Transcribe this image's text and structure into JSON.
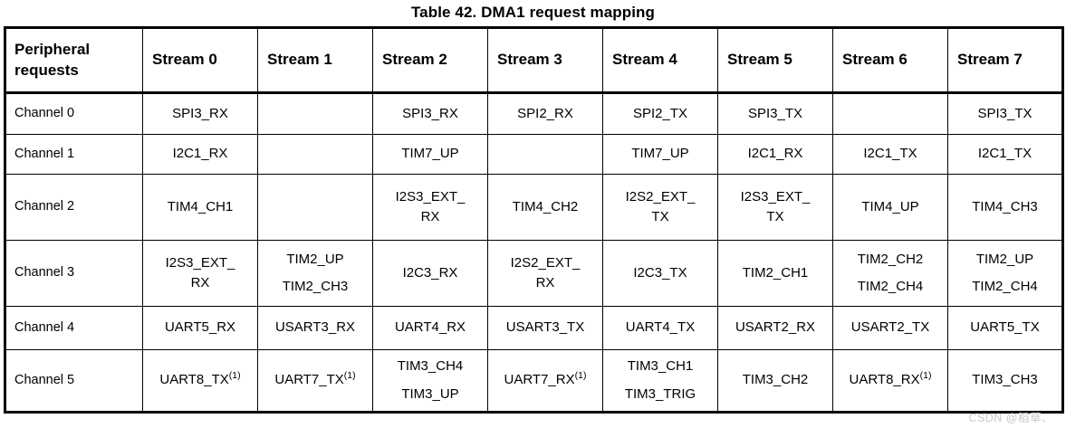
{
  "title": "Table 42. DMA1 request mapping",
  "table": {
    "headers": [
      "Peripheral requests",
      "Stream 0",
      "Stream 1",
      "Stream 2",
      "Stream 3",
      "Stream 4",
      "Stream 5",
      "Stream 6",
      "Stream 7"
    ],
    "header_first_line1": "Peripheral",
    "header_first_line2": "requests",
    "rows": [
      {
        "label": "Channel 0",
        "cells": [
          {
            "lines": [
              "SPI3_RX"
            ]
          },
          {
            "lines": []
          },
          {
            "lines": [
              "SPI3_RX"
            ]
          },
          {
            "lines": [
              "SPI2_RX"
            ]
          },
          {
            "lines": [
              "SPI2_TX"
            ]
          },
          {
            "lines": [
              "SPI3_TX"
            ]
          },
          {
            "lines": []
          },
          {
            "lines": [
              "SPI3_TX"
            ]
          }
        ]
      },
      {
        "label": "Channel 1",
        "cells": [
          {
            "lines": [
              "I2C1_RX"
            ]
          },
          {
            "lines": []
          },
          {
            "lines": [
              "TIM7_UP"
            ]
          },
          {
            "lines": []
          },
          {
            "lines": [
              "TIM7_UP"
            ]
          },
          {
            "lines": [
              "I2C1_RX"
            ]
          },
          {
            "lines": [
              "I2C1_TX"
            ]
          },
          {
            "lines": [
              "I2C1_TX"
            ]
          }
        ]
      },
      {
        "label": "Channel 2",
        "cells": [
          {
            "lines": [
              "TIM4_CH1"
            ]
          },
          {
            "lines": []
          },
          {
            "lines": [
              "I2S3_EXT_",
              "RX"
            ],
            "wrapped": true
          },
          {
            "lines": [
              "TIM4_CH2"
            ]
          },
          {
            "lines": [
              "I2S2_EXT_",
              "TX"
            ],
            "wrapped": true
          },
          {
            "lines": [
              "I2S3_EXT_",
              "TX"
            ],
            "wrapped": true
          },
          {
            "lines": [
              "TIM4_UP"
            ]
          },
          {
            "lines": [
              "TIM4_CH3"
            ]
          }
        ]
      },
      {
        "label": "Channel 3",
        "cells": [
          {
            "lines": [
              "I2S3_EXT_",
              "RX"
            ],
            "wrapped": true
          },
          {
            "lines": [
              "TIM2_UP",
              "TIM2_CH3"
            ]
          },
          {
            "lines": [
              "I2C3_RX"
            ]
          },
          {
            "lines": [
              "I2S2_EXT_",
              "RX"
            ],
            "wrapped": true
          },
          {
            "lines": [
              "I2C3_TX"
            ]
          },
          {
            "lines": [
              "TIM2_CH1"
            ]
          },
          {
            "lines": [
              "TIM2_CH2",
              "TIM2_CH4"
            ]
          },
          {
            "lines": [
              "TIM2_UP",
              "TIM2_CH4"
            ]
          }
        ]
      },
      {
        "label": "Channel 4",
        "cells": [
          {
            "lines": [
              "UART5_RX"
            ]
          },
          {
            "lines": [
              "USART3_RX"
            ]
          },
          {
            "lines": [
              "UART4_RX"
            ]
          },
          {
            "lines": [
              "USART3_TX"
            ]
          },
          {
            "lines": [
              "UART4_TX"
            ]
          },
          {
            "lines": [
              "USART2_RX"
            ]
          },
          {
            "lines": [
              "USART2_TX"
            ]
          },
          {
            "lines": [
              "UART5_TX"
            ]
          }
        ]
      },
      {
        "label": "Channel 5",
        "cells": [
          {
            "lines": [
              "UART8_TX"
            ],
            "sup": "(1)"
          },
          {
            "lines": [
              "UART7_TX"
            ],
            "sup": "(1)"
          },
          {
            "lines": [
              "TIM3_CH4",
              "TIM3_UP"
            ]
          },
          {
            "lines": [
              "UART7_RX"
            ],
            "sup": "(1)"
          },
          {
            "lines": [
              "TIM3_CH1",
              "TIM3_TRIG"
            ]
          },
          {
            "lines": [
              "TIM3_CH2"
            ]
          },
          {
            "lines": [
              "UART8_RX"
            ],
            "sup": "(1)"
          },
          {
            "lines": [
              "TIM3_CH3"
            ]
          }
        ]
      }
    ]
  },
  "watermark": "CSDN @稻草、"
}
